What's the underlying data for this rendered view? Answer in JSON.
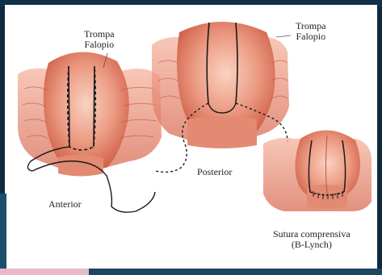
{
  "labels": {
    "trompa_left": [
      "Trompa",
      "Falopio"
    ],
    "trompa_right": [
      "Trompa",
      "Falopio"
    ],
    "anterior": "Anterior",
    "posterior": "Posterior",
    "sutura": [
      "Sutura comprensiva",
      "(B-Lynch)"
    ]
  },
  "colors": {
    "tissue": "#e8836e",
    "tissue_light": "#f6c2ad",
    "tissue_dark": "#c9583f",
    "suture": "#1a1a1a",
    "background": "#ffffff",
    "frame": "#0f2a3f"
  }
}
